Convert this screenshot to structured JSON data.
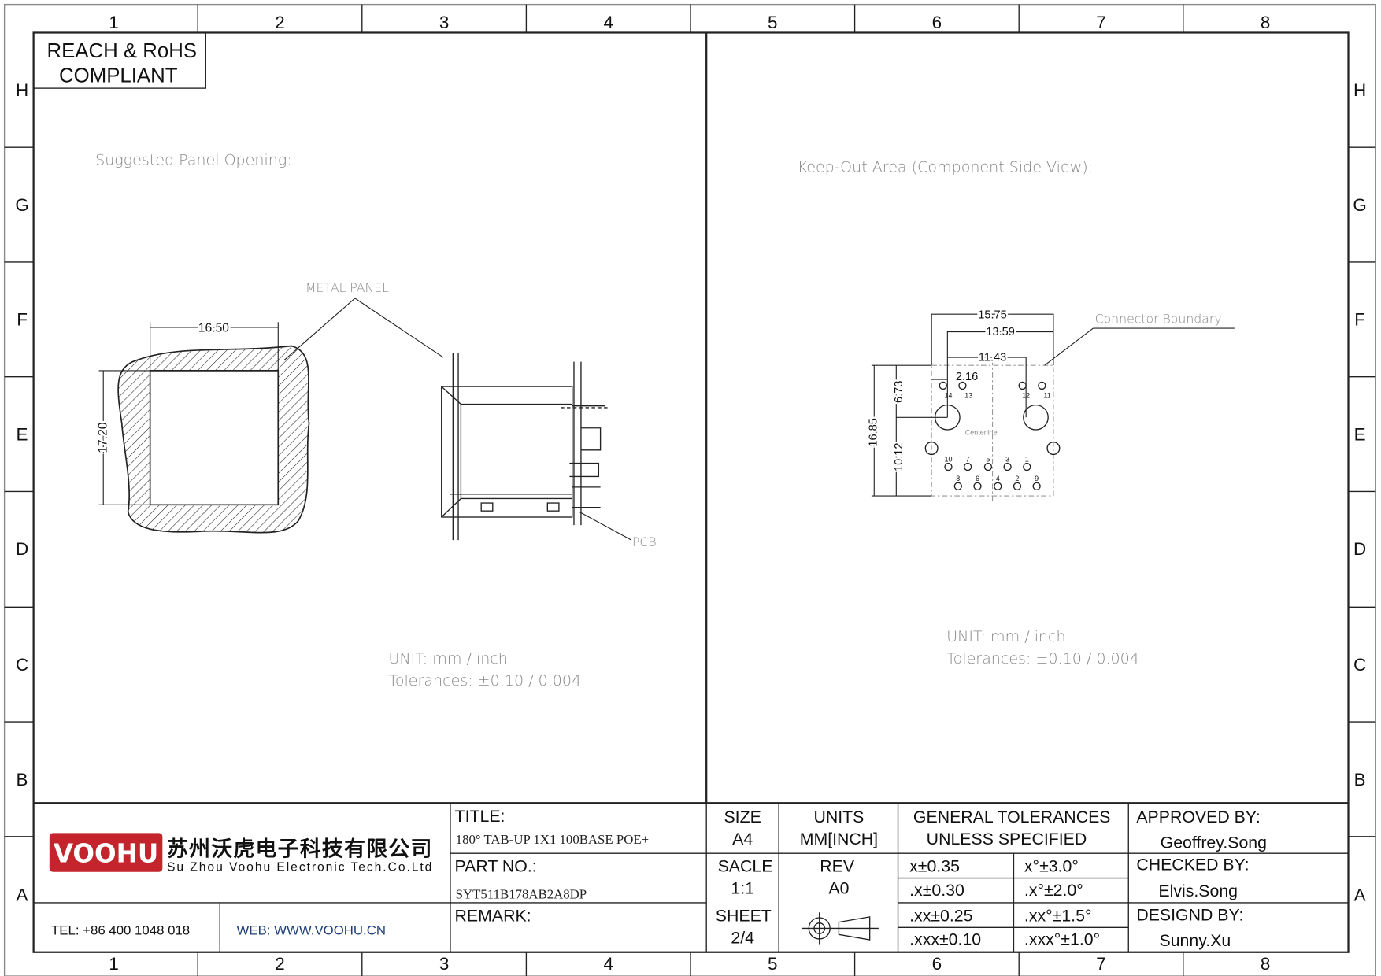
{
  "frame": {
    "columns": [
      "1",
      "2",
      "3",
      "4",
      "5",
      "6",
      "7",
      "8"
    ],
    "rows": [
      "H",
      "G",
      "F",
      "E",
      "D",
      "C",
      "B",
      "A"
    ]
  },
  "compliance": {
    "line1": "REACH & RoHS",
    "line2": "COMPLIANT"
  },
  "left_view": {
    "heading": "Suggested Panel Opening:",
    "metal_panel_label": "METAL PANEL",
    "pcb_label": "PCB",
    "dim_width": "16.50",
    "dim_height": "17.20",
    "unit": "UNIT:  mm  /  inch",
    "tolerance": "Tolerances:  ±0.10  /  0.004"
  },
  "right_view": {
    "heading": "Keep-Out Area (Component Side View):",
    "boundary_label": "Connector Boundary",
    "centerline_label": "Centerline",
    "dims": {
      "d1575": "15.75",
      "d1359": "13.59",
      "d1143": "11.43",
      "d216": "2.16",
      "d1685": "16.85",
      "d673": "6.73",
      "d1012": "10.12"
    },
    "pins_top": [
      "14",
      "13",
      "12",
      "11"
    ],
    "pins_row1": [
      "10",
      "7",
      "5",
      "3",
      "1"
    ],
    "pins_row2": [
      "8",
      "6",
      "4",
      "2",
      "9"
    ],
    "unit": "UNIT:  mm  /  inch",
    "tolerance": "Tolerances:  ±0.10  /  0.004"
  },
  "title_block": {
    "logo_text": "VOOHU",
    "company_cn": "苏州沃虎电子科技有限公司",
    "company_en": "Su Zhou Voohu Electronic Tech.Co.Ltd",
    "tel": "TEL: +86 400 1048 018",
    "web": "WEB: WWW.VOOHU.CN",
    "title_label": "TITLE:",
    "title_value": "180°  TAB-UP 1X1 100BASE POE+",
    "part_label": "PART NO.:",
    "part_value": "SYT511B178AB2A8DP",
    "remark_label": "REMARK:",
    "size_label": "SIZE",
    "size_value": "A4",
    "units_label": "UNITS",
    "units_value": "MM[INCH]",
    "scale_label": "SACLE",
    "scale_value": "1:1",
    "rev_label": "REV",
    "rev_value": "A0",
    "sheet_label": "SHEET",
    "sheet_value": "2/4",
    "tol_header1": "GENERAL TOLERANCES",
    "tol_header2": "UNLESS SPECIFIED",
    "tolerances": [
      [
        "x±0.35",
        "x°±3.0°"
      ],
      [
        ".x±0.30",
        ".x°±2.0°"
      ],
      [
        ".xx±0.25",
        ".xx°±1.5°"
      ],
      [
        ".xxx±0.10",
        ".xxx°±1.0°"
      ]
    ],
    "approved_label": "APPROVED BY:",
    "approved_value": "Geoffrey.Song",
    "checked_label": "CHECKED BY:",
    "checked_value": "Elvis.Song",
    "designed_label": "DESIGND BY:",
    "designed_value": "Sunny.Xu"
  },
  "colors": {
    "logo_red": "#c4242b",
    "web_blue": "#1f3f7a"
  }
}
